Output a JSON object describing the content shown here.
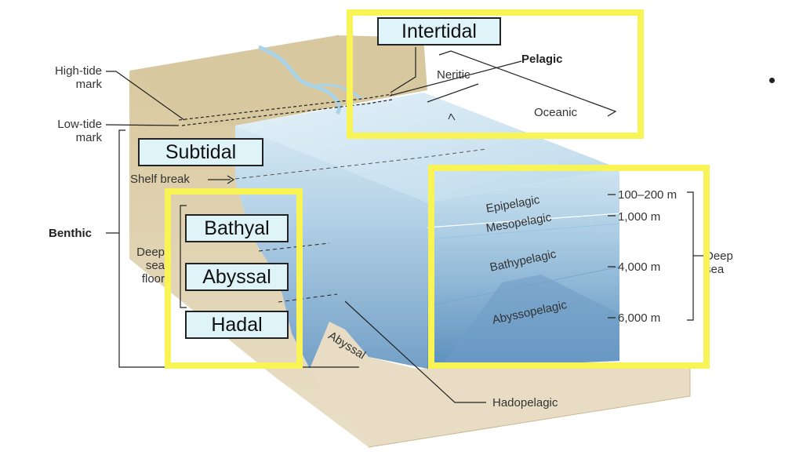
{
  "title_boxes": {
    "intertidal": "Intertidal",
    "subtidal": "Subtidal",
    "bathyal": "Bathyal",
    "abyssal": "Abyssal",
    "hadal": "Hadal"
  },
  "left_labels": {
    "high_tide": "High-tide\nmark",
    "low_tide": "Low-tide\nmark",
    "shelf_break": "Shelf break",
    "benthic": "Benthic",
    "deep_sea_floor": "Deep\nsea\nfloor"
  },
  "top_labels": {
    "pelagic": "Pelagic",
    "neritic": "Neritic",
    "oceanic": "Oceanic"
  },
  "zones": {
    "epipelagic": "Epipelagic",
    "mesopelagic": "Mesopelagic",
    "bathypelagic": "Bathypelagic",
    "abyssopelagic": "Abyssopelagic",
    "abyssal_floor": "Abyssal",
    "hadopelagic": "Hadopelagic"
  },
  "depths": {
    "d1": "100–200 m",
    "d2": "1,000 m",
    "d3": "4,000 m",
    "d4": "6,000 m",
    "deep_sea": "Deep\nsea"
  },
  "colors": {
    "highlight": "#f9f455",
    "box_fill": "#dff4f8",
    "land": "#e6dcc3",
    "water_top": "#d6ecf6",
    "water_deep": "#5f93c0"
  }
}
